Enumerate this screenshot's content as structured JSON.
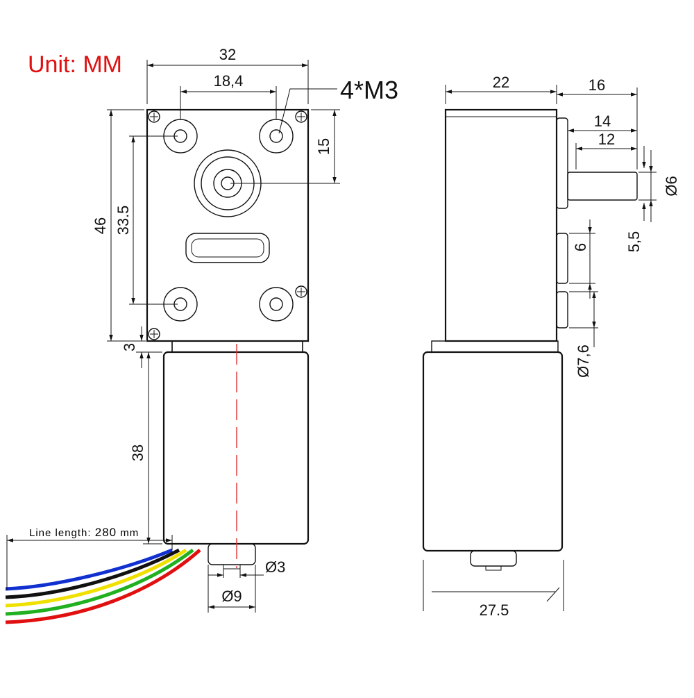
{
  "unit_label": "Unit: MM",
  "callout_label": "4*M3",
  "line_length_label": "Line length:",
  "line_length_value": "280",
  "line_length_unit": "mm",
  "dims": {
    "width_32": "32",
    "hole_spacing": "18,4",
    "height_46": "46",
    "hole_vspacing": "33.5",
    "offset_15": "15",
    "gap_3": "3",
    "motor_len": "38",
    "shaft_d3": "Ø3",
    "boss_d9": "Ø9",
    "depth_22": "22",
    "shaft_16": "16",
    "shaft_14": "14",
    "shaft_12": "12",
    "shaft_d6": "Ø6",
    "flat_55": "5,5",
    "boss_6": "6",
    "boss_d76": "Ø7,6",
    "motor_d275": "27.5"
  },
  "colors": {
    "unit_label": "#e01010",
    "center_line": "#e03030",
    "wires": [
      "#1030d0",
      "#111111",
      "#f0e000",
      "#20b020",
      "#e01010"
    ]
  }
}
